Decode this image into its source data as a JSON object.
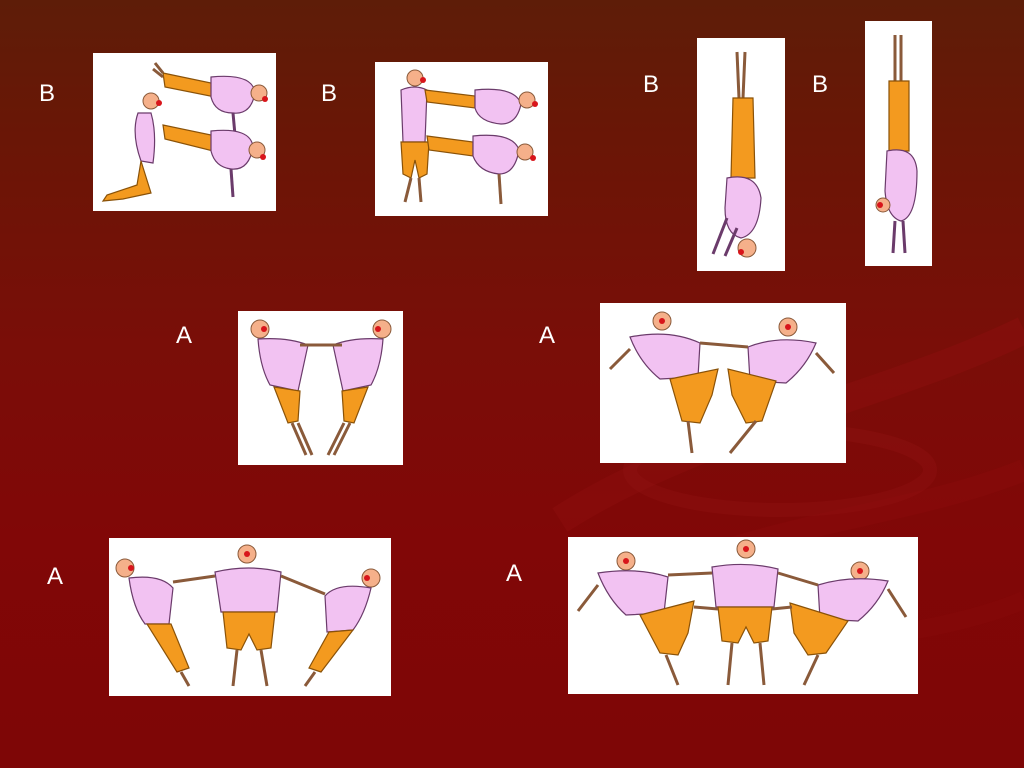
{
  "slide": {
    "letters": {
      "b1": "B",
      "b2": "B",
      "b3": "B",
      "b4": "B",
      "a1": "A",
      "a2": "A",
      "a3": "A",
      "a4": "A"
    },
    "colors": {
      "background_top": "#5e1d08",
      "background_bottom": "#7e0606",
      "shirt": "#f2c2f2",
      "pants": "#f39a1f",
      "skin": "#f5b08a",
      "nose": "#d8151b"
    }
  }
}
